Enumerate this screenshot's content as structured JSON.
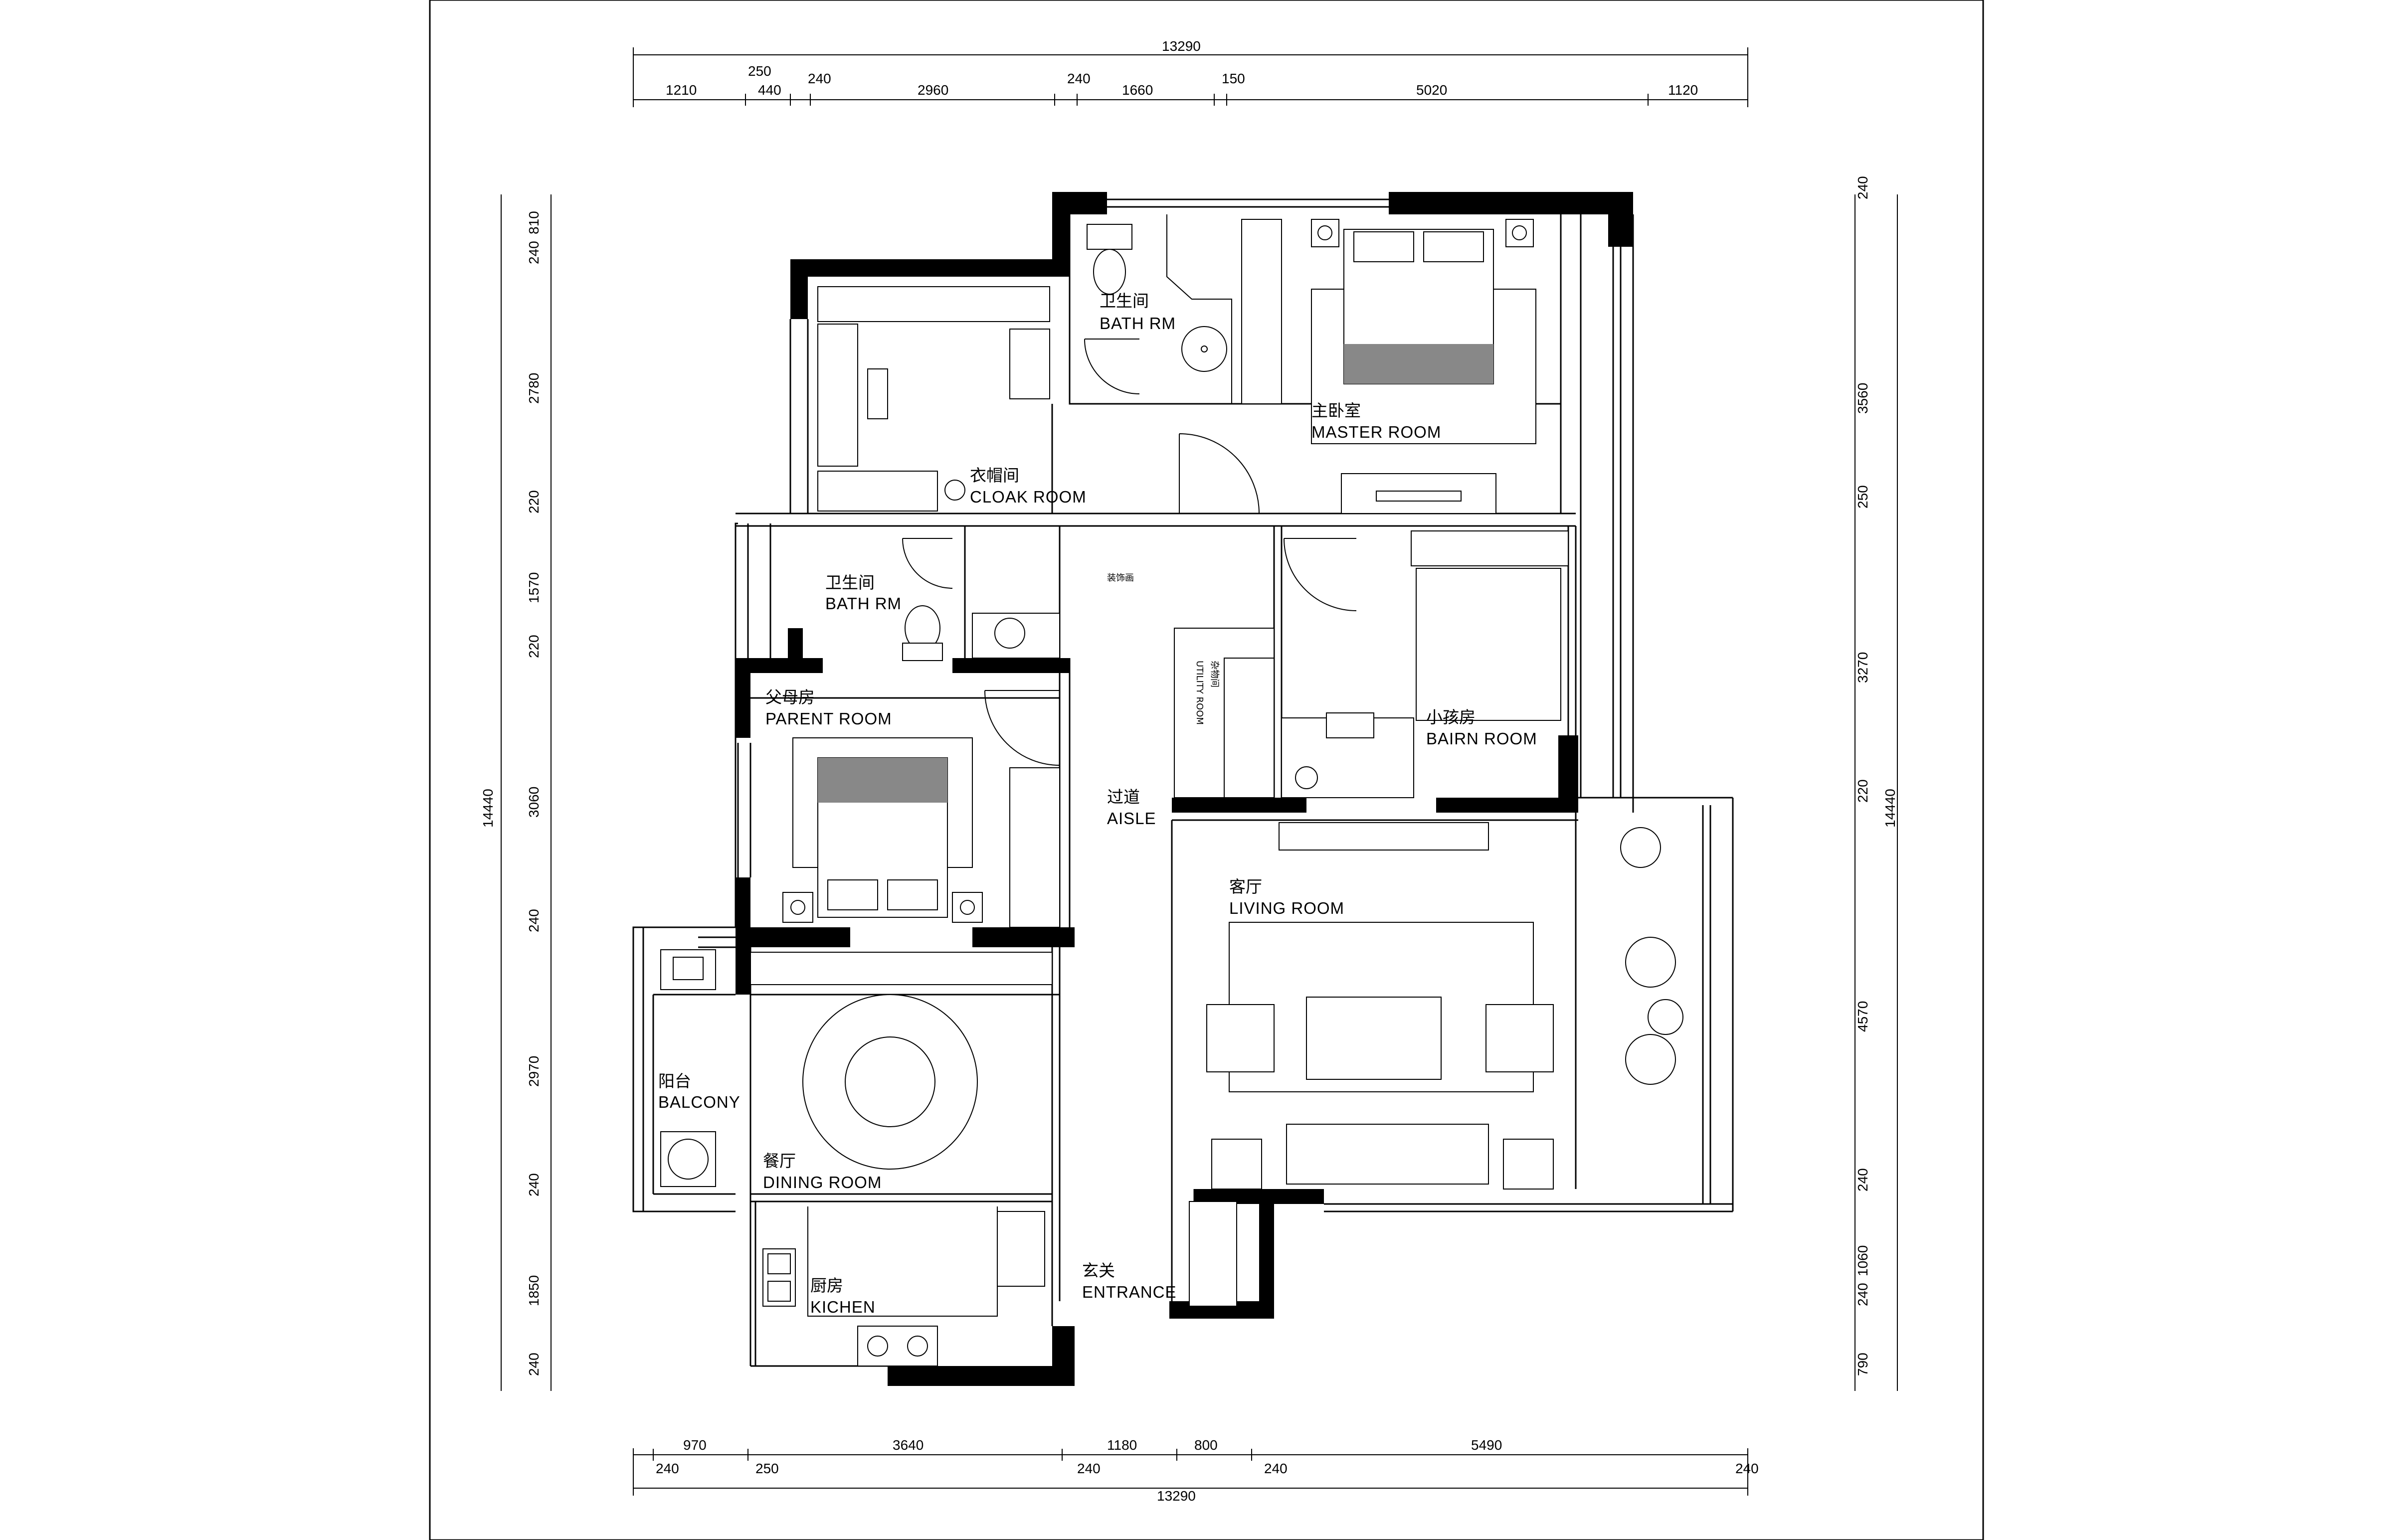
{
  "rooms": {
    "bath_master": {
      "zh": "卫生间",
      "en": "BATH RM"
    },
    "master": {
      "zh": "主卧室",
      "en": "MASTER ROOM"
    },
    "cloak": {
      "zh": "衣帽间",
      "en": "CLOAK ROOM"
    },
    "bath_2": {
      "zh": "卫生间",
      "en": "BATH RM"
    },
    "decor_wall": {
      "zh": "装饰画"
    },
    "utility": {
      "zh": "杂物间",
      "en": "UTILITY ROOM"
    },
    "bairn": {
      "zh": "小孩房",
      "en": "BAIRN ROOM"
    },
    "parent": {
      "zh": "父母房",
      "en": "PARENT ROOM"
    },
    "aisle": {
      "zh": "过道",
      "en": "AISLE"
    },
    "living": {
      "zh": "客厅",
      "en": "LIVING ROOM"
    },
    "balcony": {
      "zh": "阳台",
      "en": "BALCONY"
    },
    "dining": {
      "zh": "餐厅",
      "en": "DINING ROOM"
    },
    "kitchen": {
      "zh": "厨房",
      "en": "KICHEN"
    },
    "entrance": {
      "zh": "玄关",
      "en": "ENTRANCE"
    }
  },
  "dims": {
    "top_total": "13290",
    "top": [
      "250",
      "240",
      "240",
      "150",
      "1210",
      "440",
      "2960",
      "1660",
      "5020",
      "1120"
    ],
    "bottom": [
      "970",
      "3640",
      "1180",
      "800",
      "5490",
      "240",
      "250",
      "240",
      "240",
      "240"
    ],
    "bottom_total": "13290",
    "left_total": "14440",
    "left": [
      "810",
      "240",
      "2780",
      "220",
      "1570",
      "220",
      "3060",
      "240",
      "2970",
      "240",
      "1850",
      "240"
    ],
    "right_total": "14440",
    "right": [
      "240",
      "3560",
      "250",
      "3270",
      "220",
      "4570",
      "240",
      "1060",
      "240",
      "790"
    ]
  }
}
